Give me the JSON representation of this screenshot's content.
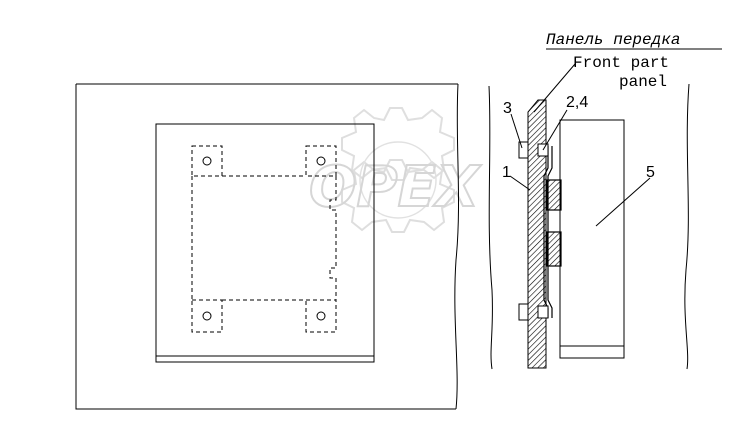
{
  "title": {
    "line_ru": "Панель передка",
    "line_en_1": "Front part",
    "line_en_2": "panel"
  },
  "callouts": {
    "c1": "1",
    "c24": "2,4",
    "c3": "3",
    "c5": "5"
  },
  "watermark": "OPEX",
  "colors": {
    "line": "#000000",
    "watermark": "#bdbdbd",
    "background": "#ffffff"
  }
}
